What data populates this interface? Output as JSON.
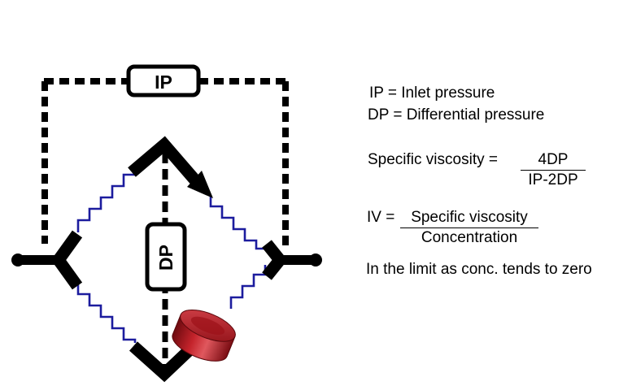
{
  "diagram": {
    "ip_box_label": "IP",
    "dp_box_label": "DP"
  },
  "legend": {
    "ip_definition": "IP = Inlet pressure",
    "dp_definition": "DP = Differential pressure"
  },
  "formulas": {
    "specific_viscosity_lhs": "Specific viscosity =",
    "specific_viscosity_numerator": "4DP",
    "specific_viscosity_denominator": "IP-2DP",
    "iv_lhs": "IV =",
    "iv_numerator": "Specific viscosity",
    "iv_denominator": "Concentration",
    "limit_note": "In the limit as conc. tends to zero"
  },
  "colors": {
    "capillary": "#1c1c9e",
    "reservoir": "#b5161e",
    "lines": "#000000"
  }
}
